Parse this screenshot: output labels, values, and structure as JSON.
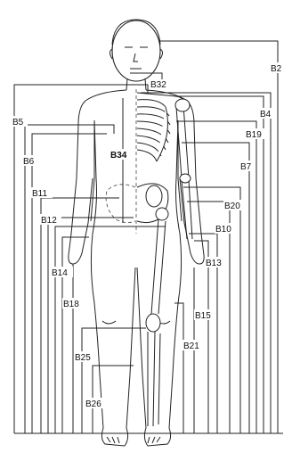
{
  "labels": {
    "B2": "B2",
    "B32": "B32",
    "B4": "B4",
    "B5": "B5",
    "B19": "B19",
    "B6": "B6",
    "B34": "B34",
    "B7": "B7",
    "B11": "B11",
    "B20": "B20",
    "B12": "B12",
    "B10": "B10",
    "B13": "B13",
    "B14": "B14",
    "B18": "B18",
    "B15": "B15",
    "B21": "B21",
    "B25": "B25",
    "B26": "B26"
  }
}
